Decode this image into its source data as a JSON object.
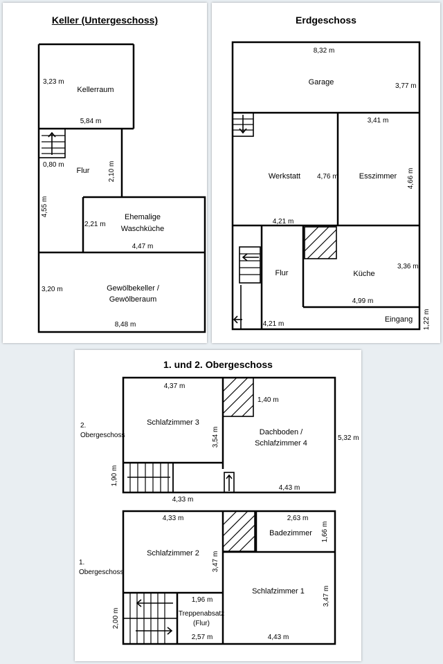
{
  "keller": {
    "title": "Keller (Untergeschoss)",
    "room_kellerraum": "Kellerraum",
    "room_flur": "Flur",
    "room_waschkueche_1": "Ehemalige",
    "room_waschkueche_2": "Waschküche",
    "room_gewoelbe_1": "Gewölbekeller /",
    "room_gewoelbe_2": "Gewölberaum",
    "dim_kellerraum_h": "3,23 m",
    "dim_kellerraum_w": "5,84 m",
    "dim_stair_w": "0,80 m",
    "dim_flur_2": "2,10 m",
    "dim_flur_h": "4,55 m",
    "dim_wasch_h": "2,21 m",
    "dim_wasch_w": "4,47 m",
    "dim_gewoelbe_h": "3,20 m",
    "dim_gewoelbe_w": "8,48 m"
  },
  "erdgeschoss": {
    "title": "Erdgeschoss",
    "room_garage": "Garage",
    "room_werkstatt": "Werkstatt",
    "room_esszimmer": "Esszimmer",
    "room_flur": "Flur",
    "room_kueche": "Küche",
    "room_eingang": "Eingang",
    "dim_garage_w": "8,32 m",
    "dim_garage_h": "3,77 m",
    "dim_ess_w": "3,41 m",
    "dim_werk_h": "4,76 m",
    "dim_ess_h": "4,66 m",
    "dim_werk_w": "4,21 m",
    "dim_kueche_h": "3,36 m",
    "dim_kueche_w": "4,99 m",
    "dim_flur_w": "4,21 m",
    "dim_eingang_h": "1,22 m"
  },
  "obergeschoss": {
    "title": "1. und 2. Obergeschoss",
    "og2_label_1": "2.",
    "og2_label_2": "Obergeschoss",
    "room_schlaf3": "Schlafzimmer 3",
    "room_dach_1": "Dachboden /",
    "room_dach_2": "Schlafzimmer 4",
    "dim_s3_w": "4,37 m",
    "dim_s3_h": "3,54 m",
    "dim_hatch": "1,40 m",
    "dim_og2_h": "5,32 m",
    "dim_og2_stair_h": "1,90 m",
    "dim_og2_bottom_l": "4,33 m",
    "dim_og2_bottom_r": "4,43 m",
    "og1_label_1": "1.",
    "og1_label_2": "Obergeschoss",
    "room_schlaf2": "Schlafzimmer 2",
    "room_bad": "Badezimmer",
    "room_schlaf1": "Schlafzimmer 1",
    "room_treppe_1": "Treppenabsatz",
    "room_treppe_2": "(Flur)",
    "dim_s2_w": "4,33 m",
    "dim_bad_w": "2,63 m",
    "dim_bad_h": "1,66 m",
    "dim_s2_h": "3,47 m",
    "dim_s1_h": "3,47 m",
    "dim_treppe_w": "1,96 m",
    "dim_treppe_h": "2,00 m",
    "dim_treppe_bottom": "2,57 m",
    "dim_s1_w": "4,43 m"
  }
}
